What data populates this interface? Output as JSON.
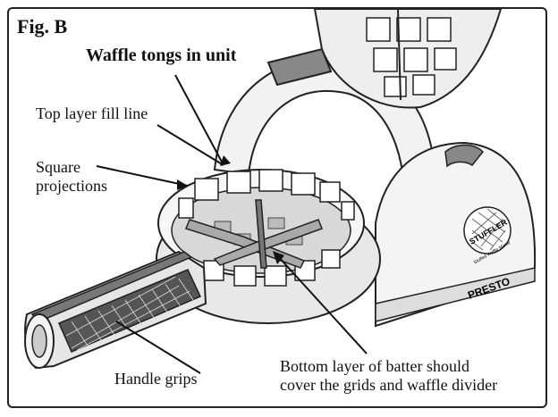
{
  "figure": {
    "label": "Fig. B",
    "callouts": {
      "waffle_tongs": "Waffle tongs in unit",
      "top_fill_line": "Top layer fill line",
      "square_projections_line1": "Square",
      "square_projections_line2": "projections",
      "handle_grips": "Handle grips",
      "bottom_layer_line1": "Bottom layer of batter should",
      "bottom_layer_line2": "cover the grids and waffle divider"
    },
    "branding": {
      "stuffler": "STUFFLER",
      "stuffler_sub": "Stuffed Waffle Maker",
      "presto": "PRESTO"
    }
  }
}
